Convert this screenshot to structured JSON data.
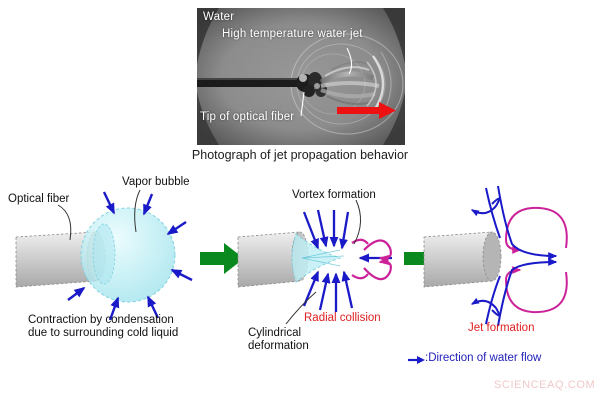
{
  "figure": {
    "caption": "Photograph of jet propagation behavior",
    "watermark": "SCIENCEAQ.COM"
  },
  "photo": {
    "labels": {
      "water": "Water",
      "jet": "High temperature water jet",
      "tip": "Tip of optical fiber"
    },
    "arrow_color": "#ee1111"
  },
  "panels": [
    {
      "id": "panel-1",
      "labels": {
        "optical_fiber": "Optical fiber",
        "vapor_bubble": "Vapor bubble",
        "contraction_line1": "Contraction by condensation",
        "contraction_line2": "due to surrounding cold liquid"
      }
    },
    {
      "id": "panel-2",
      "labels": {
        "vortex": "Vortex formation",
        "radial_collision": "Radial collision",
        "cylindrical_line1": "Cylindrical",
        "cylindrical_line2": "deformation"
      }
    },
    {
      "id": "panel-3",
      "labels": {
        "jet_formation": "Jet formation",
        "legend": ":Direction of water flow"
      }
    }
  ],
  "colors": {
    "green_arrow": "#0a8a1e",
    "flow_blue": "#1a1ac8",
    "vortex_magenta": "#cc2299",
    "bubble_cyan": "#b8ecf2",
    "fiber_gray": "#c9c9c9",
    "red_text": "#e02020"
  }
}
